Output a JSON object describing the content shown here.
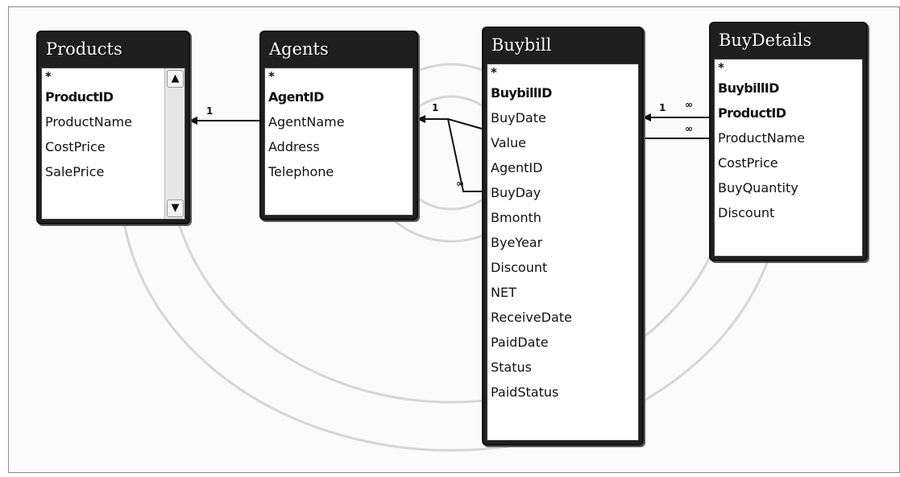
{
  "tables": [
    {
      "title": "Products",
      "fields": [
        {
          "name": "*",
          "key": false
        },
        {
          "name": "ProductID",
          "key": true
        },
        {
          "name": "ProductName",
          "key": false
        },
        {
          "name": "CostPrice",
          "key": false
        },
        {
          "name": "SalePrice",
          "key": false
        }
      ],
      "scrollbar": true
    },
    {
      "title": "Agents",
      "fields": [
        {
          "name": "*",
          "key": false
        },
        {
          "name": "AgentID",
          "key": true
        },
        {
          "name": "AgentName",
          "key": false
        },
        {
          "name": "Address",
          "key": false
        },
        {
          "name": "Telephone",
          "key": false
        }
      ]
    },
    {
      "title": "Buybill",
      "fields": [
        {
          "name": "*",
          "key": false
        },
        {
          "name": "BuybillID",
          "key": true
        },
        {
          "name": "BuyDate",
          "key": false
        },
        {
          "name": "Value",
          "key": false
        },
        {
          "name": "AgentID",
          "key": false
        },
        {
          "name": "BuyDay",
          "key": false
        },
        {
          "name": "Bmonth",
          "key": false
        },
        {
          "name": "ByeYear",
          "key": false
        },
        {
          "name": "Discount",
          "key": false
        },
        {
          "name": "NET",
          "key": false
        },
        {
          "name": "ReceiveDate",
          "key": false
        },
        {
          "name": "PaidDate",
          "key": false
        },
        {
          "name": "Status",
          "key": false
        },
        {
          "name": "PaidStatus",
          "key": false
        }
      ]
    },
    {
      "title": "BuyDetails",
      "fields": [
        {
          "name": "*",
          "key": false
        },
        {
          "name": "BuybillID",
          "key": true
        },
        {
          "name": "ProductID",
          "key": true
        },
        {
          "name": "ProductName",
          "key": false
        },
        {
          "name": "CostPrice",
          "key": false
        },
        {
          "name": "BuyQuantity",
          "key": false
        },
        {
          "name": "Discount",
          "key": false
        }
      ]
    }
  ],
  "relationships": {
    "one": "1",
    "many": "∞"
  },
  "colors": {
    "title_bar": "#1f1f1f",
    "title_text": "#ffffff",
    "field_text": "#111111",
    "line": "#111111"
  },
  "icons": {
    "scroll_up": "▲",
    "scroll_down": "▼"
  }
}
